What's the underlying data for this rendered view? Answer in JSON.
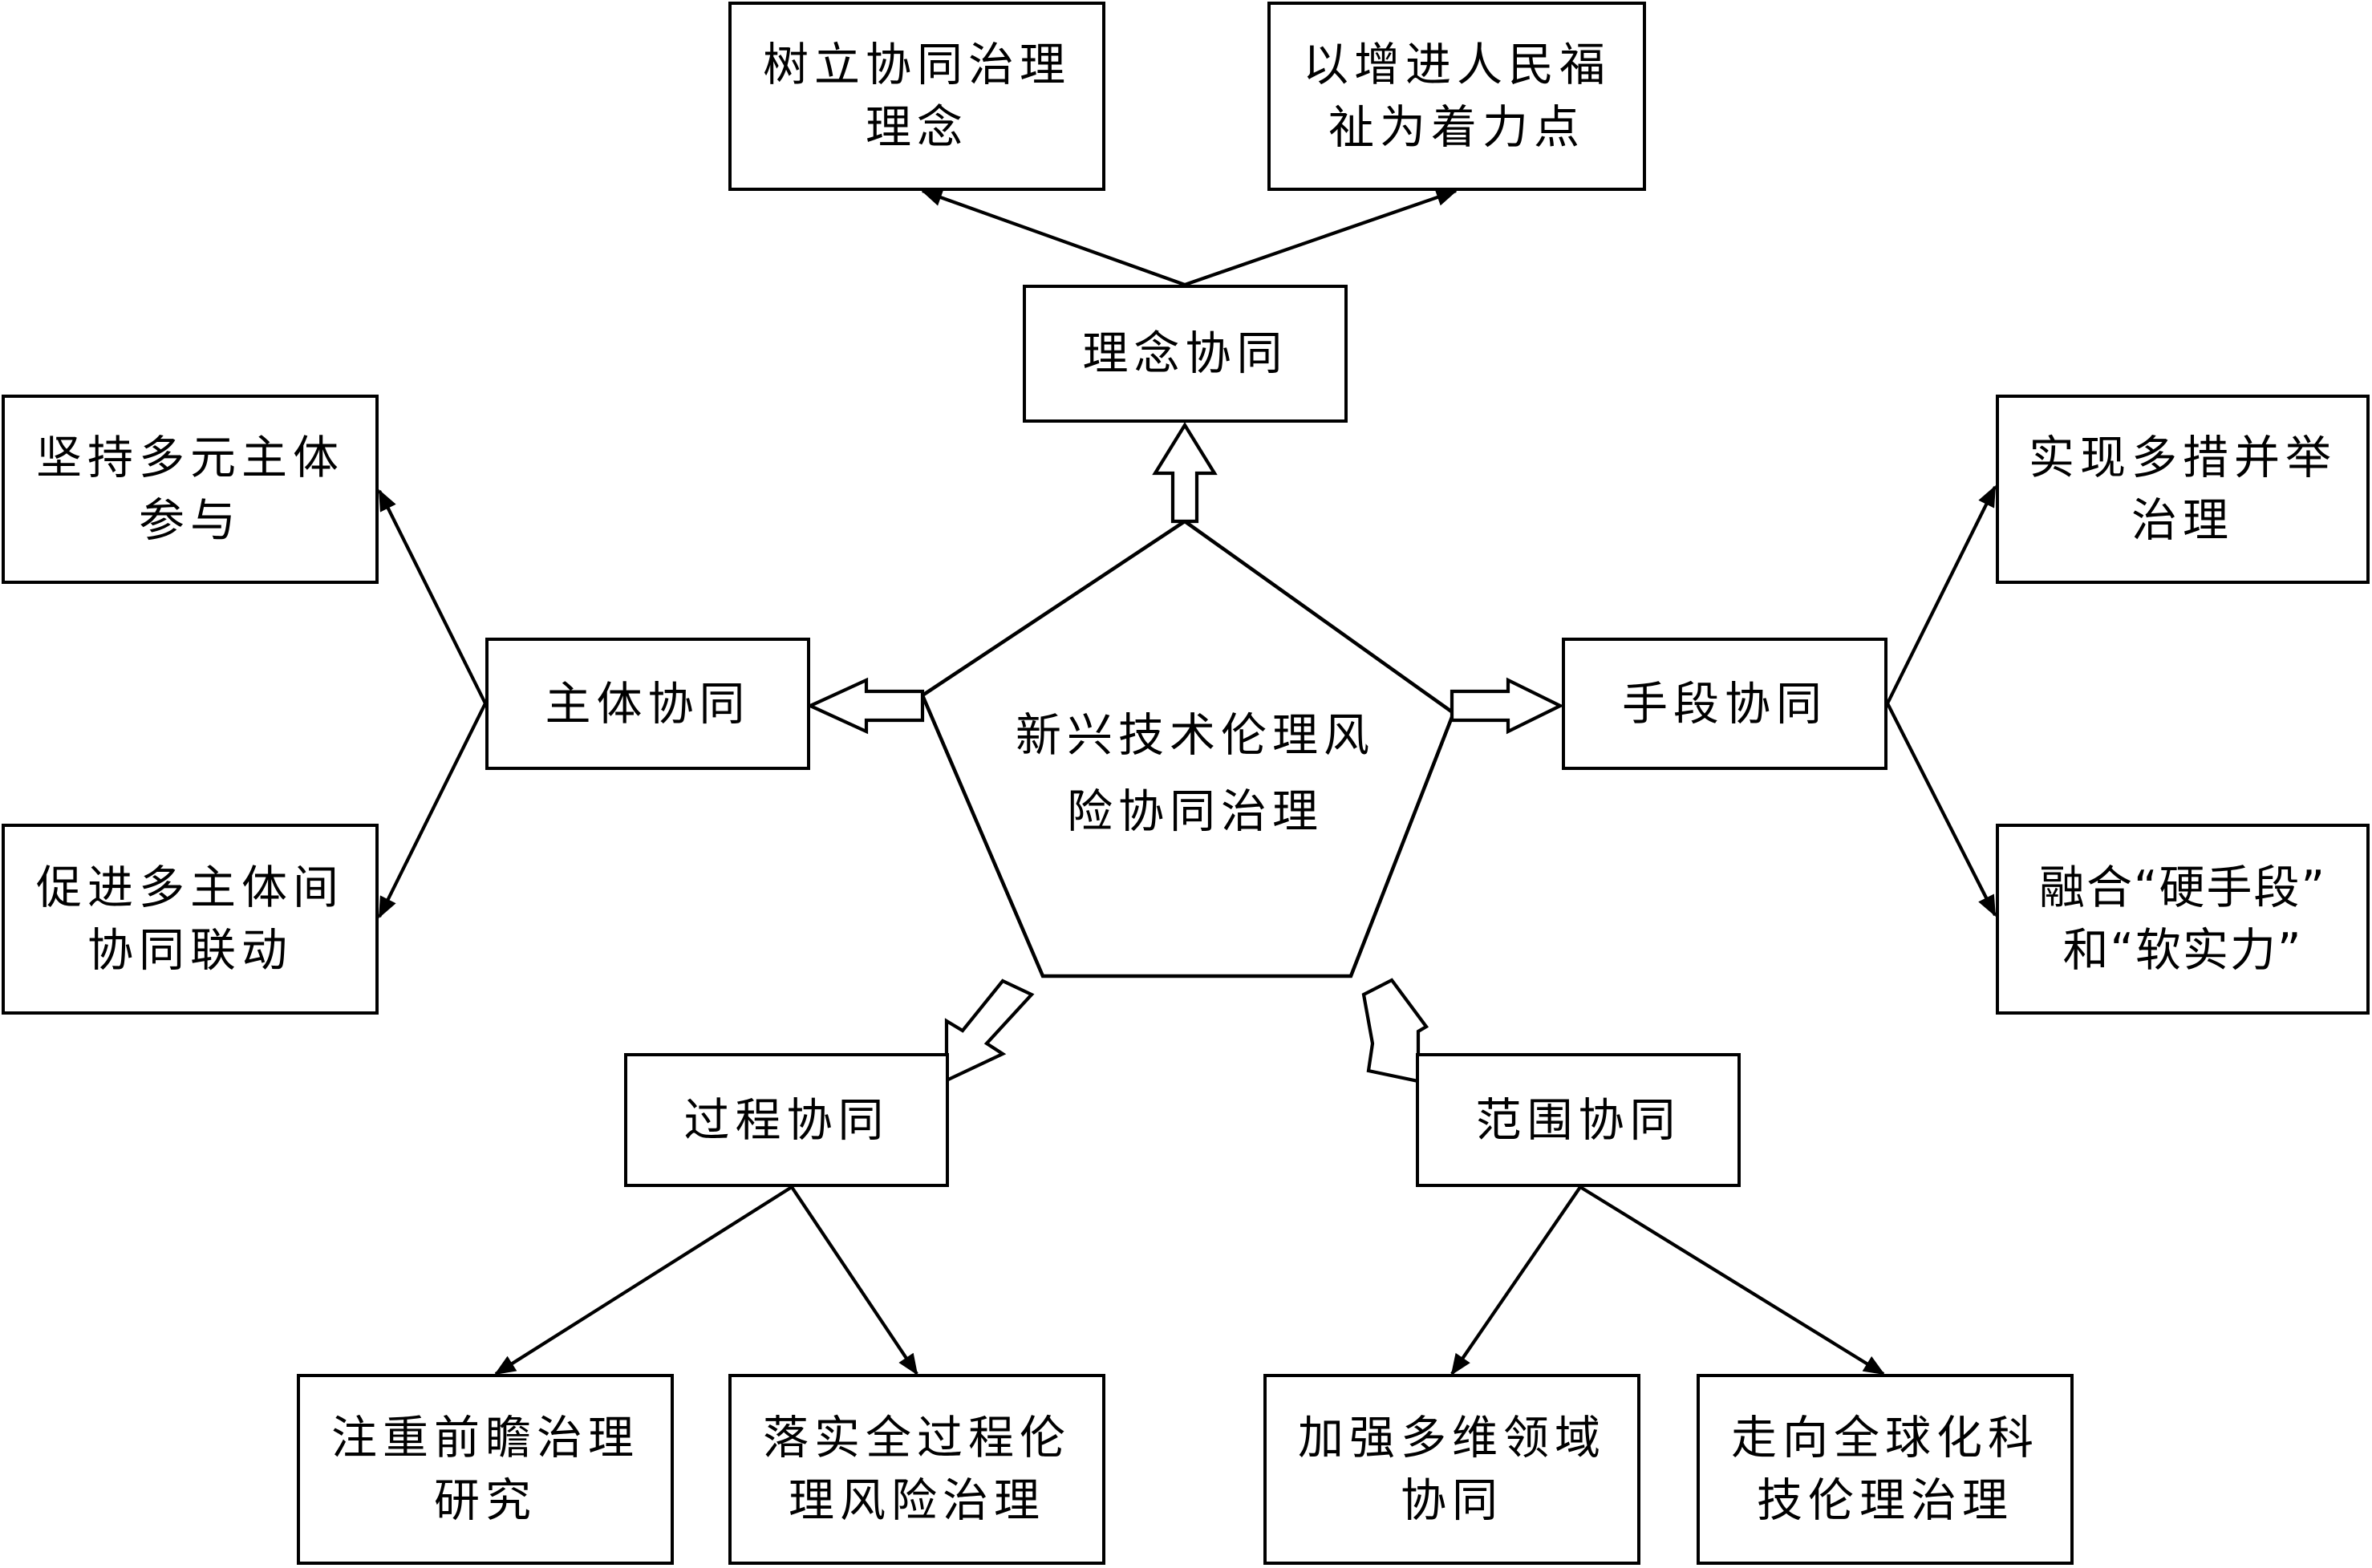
{
  "center": {
    "line1": "新兴技术伦理风",
    "line2": "险协同治理"
  },
  "hubs": {
    "top": "理念协同",
    "left": "主体协同",
    "right": "手段协同",
    "bottom_left": "过程协同",
    "bottom_right": "范围协同"
  },
  "leaves": {
    "top_left": {
      "line1": "树立协同治理",
      "line2": "理念"
    },
    "top_right": {
      "line1": "以增进人民福",
      "line2": "祉为着力点"
    },
    "left_top": {
      "line1": "坚持多元主体",
      "line2": "参与"
    },
    "left_bottom": {
      "line1": "促进多主体间",
      "line2": "协同联动"
    },
    "right_top": {
      "line1": "实现多措并举",
      "line2": "治理"
    },
    "right_bottom": {
      "line1": "融合“硬手段”",
      "line2": "和“软实力”"
    },
    "bottom_1": {
      "line1": "注重前瞻治理",
      "line2": "研究"
    },
    "bottom_2": {
      "line1": "落实全过程伦",
      "line2": "理风险治理"
    },
    "bottom_3": {
      "line1": "加强多维领域",
      "line2": "协同"
    },
    "bottom_4": {
      "line1": "走向全球化科",
      "line2": "技伦理治理"
    }
  },
  "colors": {
    "stroke": "#000000",
    "fill": "#ffffff"
  }
}
